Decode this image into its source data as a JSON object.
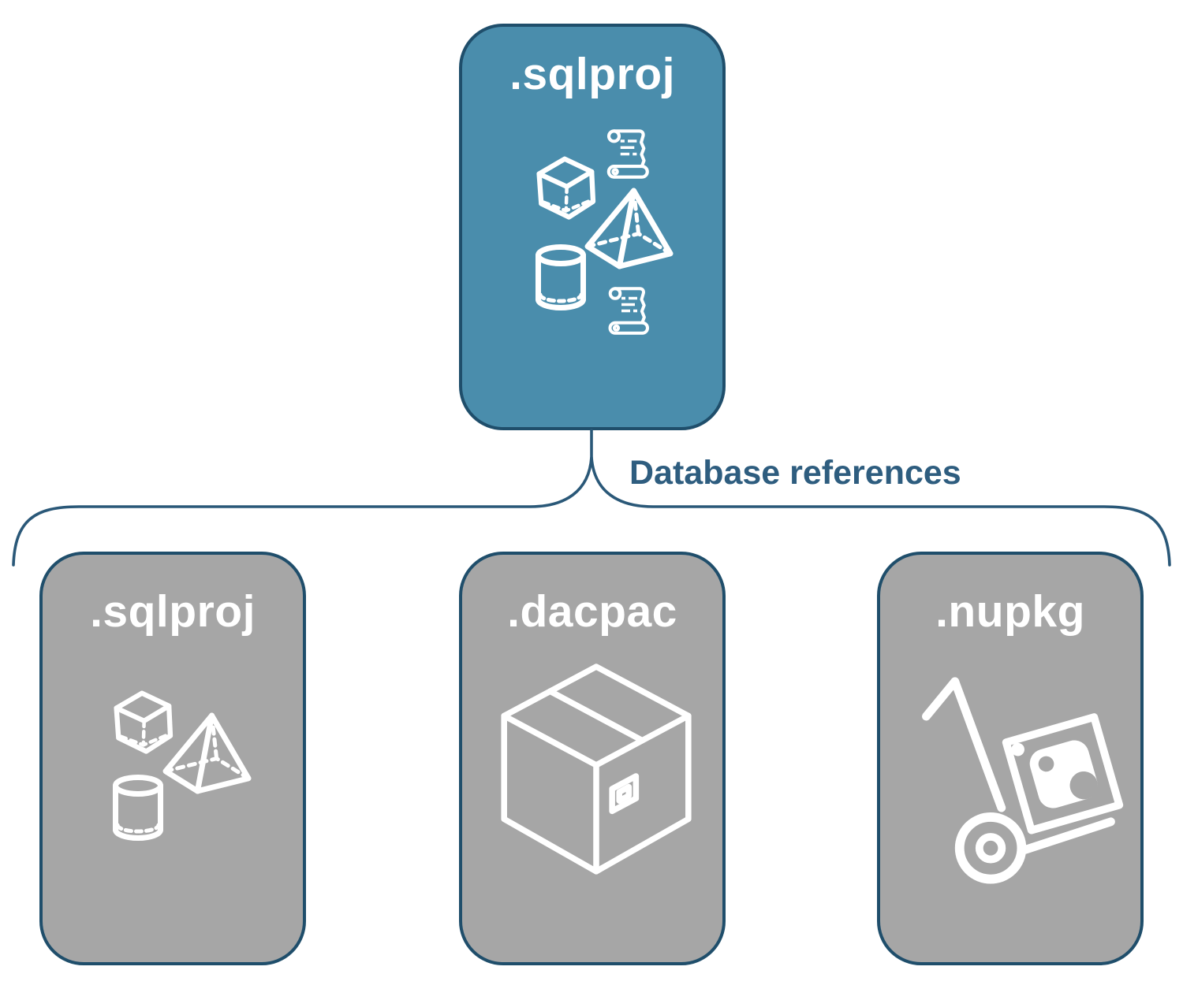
{
  "diagram": {
    "root_node": {
      "label": ".sqlproj"
    },
    "connector_label": "Database references",
    "child_nodes": [
      {
        "label": ".sqlproj",
        "icon": "sql-object-shapes"
      },
      {
        "label": ".dacpac",
        "icon": "package-box"
      },
      {
        "label": ".nupkg",
        "icon": "nuget-handtruck"
      }
    ],
    "root_icons": [
      "script-scroll",
      "cube",
      "pyramid",
      "cylinder",
      "script-scroll"
    ],
    "colors": {
      "root_fill": "#4a8dac",
      "child_fill": "#a6a6a6",
      "node_border": "#1f4e6b",
      "connector_line": "#2a5878",
      "connector_label_text": "#2e5d7f",
      "icon_stroke": "#ffffff",
      "background": "#ffffff"
    }
  }
}
